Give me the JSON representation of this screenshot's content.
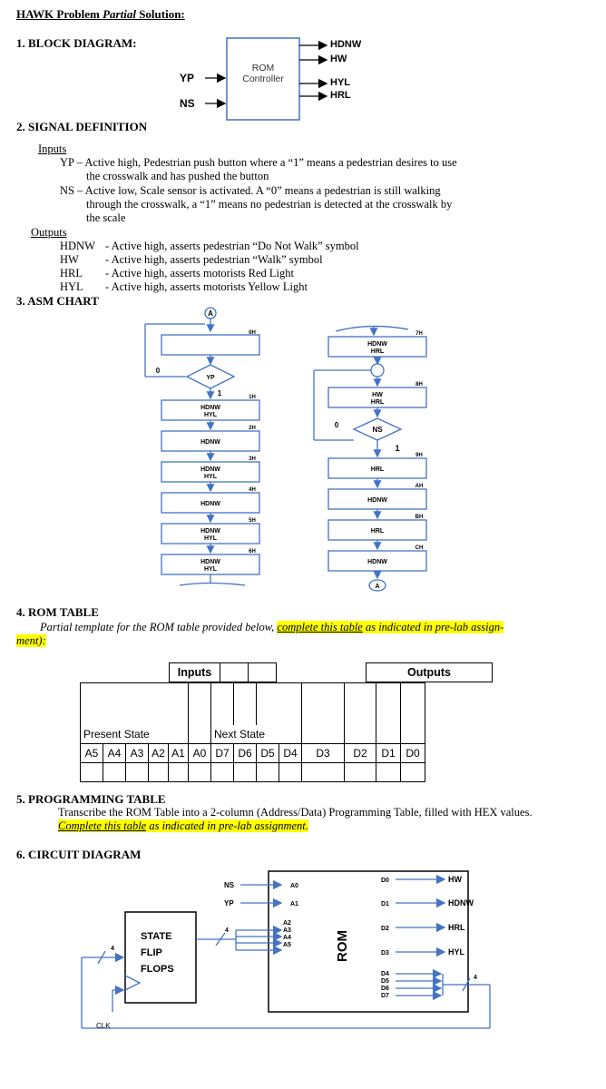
{
  "title": "HAWK Problem Partial Solution:",
  "title_pre": "HAWK Problem ",
  "title_partial": "Partial",
  "title_post": " Solution:",
  "s1": "1. BLOCK DIAGRAM:",
  "block": {
    "box": "ROM\nController",
    "box_l1": "ROM",
    "box_l2": "Controller",
    "in1": "YP",
    "in2": "NS",
    "out1": "HDNW",
    "out2": "HW",
    "out3": "HYL",
    "out4": "HRL"
  },
  "s2": "2. SIGNAL DEFINITION",
  "inputs_head": "Inputs",
  "yp_def_1": "YP – Active high, Pedestrian push button where a “1” means a pedestrian desires to use",
  "yp_def_2": "the crosswalk and has pushed the button",
  "ns_def_1": "NS – Active low, Scale sensor is activated. A “0” means a pedestrian is still walking",
  "ns_def_2": "through the crosswalk, a “1” means no pedestrian is detected  at the crosswalk by",
  "ns_def_3": "the scale",
  "outputs_head": "Outputs",
  "out_defs": [
    {
      "n": "HDNW",
      "d": "- Active high, asserts pedestrian “Do Not Walk” symbol"
    },
    {
      "n": "HW",
      "d": "- Active high, asserts pedestrian “Walk” symbol"
    },
    {
      "n": "HRL",
      "d": "- Active high, asserts motorists Red Light"
    },
    {
      "n": "HYL",
      "d": "- Active high, asserts motorists Yellow Light"
    }
  ],
  "s3": "3. ASM CHART",
  "asm": {
    "a": "A",
    "st0": "0H",
    "st1": "1H",
    "st2": "2H",
    "st3": "3H",
    "st4": "4H",
    "st5": "5H",
    "st6": "6H",
    "st7": "7H",
    "st8": "8H",
    "st9": "9H",
    "stA": "AH",
    "stB": "BH",
    "stC": "CH",
    "yp": "YP",
    "ns": "NS",
    "zero": "0",
    "one": "1",
    "hdnw": "HDNW",
    "hyl": "HYL",
    "hrl": "HRL",
    "hw": "HW"
  },
  "s4": "4. ROM TABLE",
  "s4_line1_pre": "Partial template for the ROM table provided below, ",
  "s4_line1_hl": "complete this table",
  "s4_line1_hl2": " as indicated in pre-lab assign-",
  "s4_line2": "ment):",
  "rom": {
    "inputs": "Inputs",
    "outputs": "Outputs",
    "present": "Present  State",
    "next": "Next  State",
    "cols": [
      "A5",
      "A4",
      "A3",
      "A2",
      "A1",
      "A0",
      "D7",
      "D6",
      "D5",
      "D4",
      "D3",
      "D2",
      "D1",
      "D0"
    ]
  },
  "s5": "5. PROGRAMMING TABLE",
  "s5_line1": "Transcribe the ROM Table into a 2-column (Address/Data) Programming Table, filled with HEX values.",
  "s5_line2": "Complete this table",
  "s5_line2b": " as indicated in pre-lab assignment.",
  "s6": "6. CIRCUIT DIAGRAM",
  "circuit": {
    "ns": "NS",
    "yp": "YP",
    "a0": "A0",
    "a1": "A1",
    "a2": "A2",
    "a3": "A3",
    "a4": "A4",
    "a5": "A5",
    "rom": "ROM",
    "d0": "D0",
    "d1": "D1",
    "d2": "D2",
    "d3": "D3",
    "d4": "D4",
    "d5": "D5",
    "d6": "D6",
    "d7": "D7",
    "hw": "HW",
    "hdnw": "HDNW",
    "hrl": "HRL",
    "hyl": "HYL",
    "sf1": "STATE",
    "sf2": "FLIP",
    "sf3": "FLOPS",
    "four": "4",
    "clk": "CLK"
  }
}
